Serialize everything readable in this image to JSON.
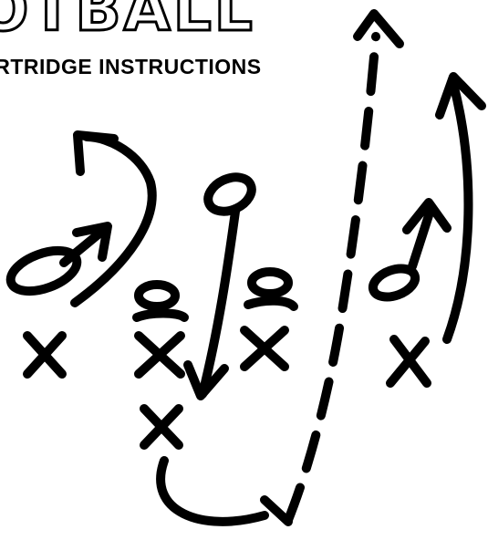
{
  "cartridge": {
    "logo_text": "FOOTBALL",
    "subtitle": "CARTRIDGE INSTRUCTIONS"
  },
  "play_diagram": {
    "offense_marker": "O",
    "defense_marker": "X"
  },
  "colors": {
    "ink": "#000000",
    "paper": "#ffffff"
  }
}
